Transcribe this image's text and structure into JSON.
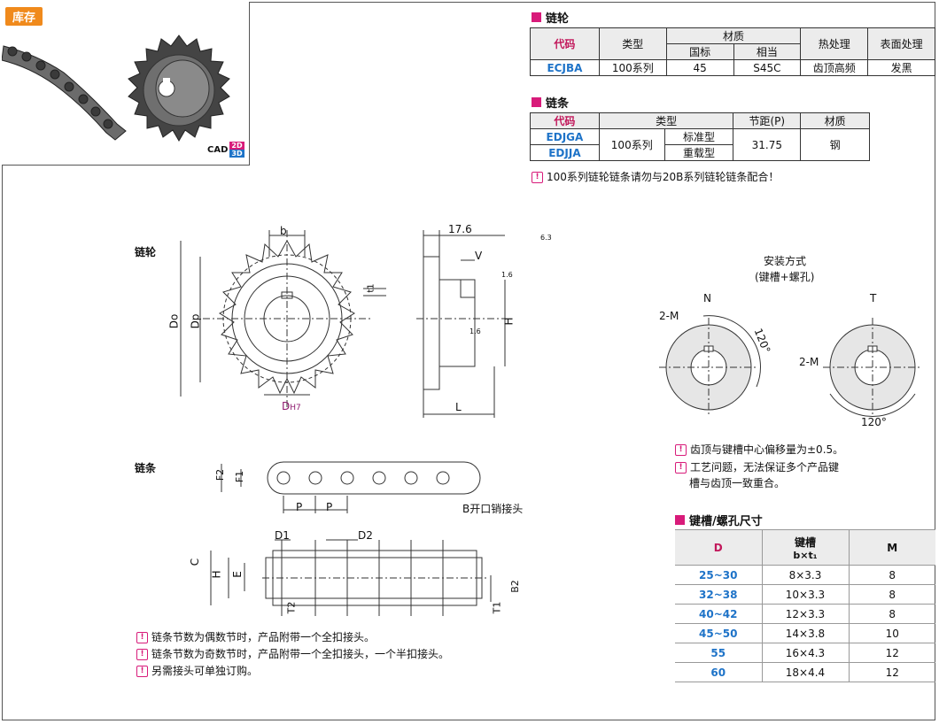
{
  "badge": {
    "stock": "库存",
    "cad": "CAD",
    "cad_2d": "2D",
    "cad_3d": "3D"
  },
  "sprocket_table": {
    "section_title": "链轮",
    "headers": {
      "code": "代码",
      "type": "类型",
      "material": "材质",
      "national": "国标",
      "equivalent": "相当",
      "heat": "热处理",
      "surface": "表面处理"
    },
    "row": {
      "code": "ECJBA",
      "type": "100系列",
      "national": "45",
      "equivalent": "S45C",
      "heat": "齿顶高频",
      "surface": "发黑"
    }
  },
  "chain_table": {
    "section_title": "链条",
    "headers": {
      "code": "代码",
      "type": "类型",
      "pitch": "节距(P)",
      "material": "材质"
    },
    "type_series": "100系列",
    "pitch_value": "31.75",
    "material_value": "钢",
    "rows": [
      {
        "code": "EDJGA",
        "subtype": "标准型"
      },
      {
        "code": "EDJJA",
        "subtype": "重载型"
      }
    ]
  },
  "warning_top": "100系列链轮链条请勿与20B系列链轮链条配合！",
  "drawing": {
    "sprocket_label": "链轮",
    "chain_label": "链条",
    "dim_b": "b",
    "dim_do": "Do",
    "dim_dp": "Dp",
    "dim_t1": "t1",
    "dim_dh7": "D",
    "dim_dh7_sub": "H7",
    "dim_176": "17.6",
    "dim_v": "V",
    "dim_h": "H",
    "dim_l": "L",
    "rough_63": "6.3",
    "rough_16a": "1.6",
    "rough_16b": "1.6",
    "dim_f1": "F1",
    "dim_f2": "F2",
    "dim_p1": "P",
    "dim_p2": "P",
    "b_joint": "B开口销接头",
    "dim_d1": "D1",
    "dim_d2": "D2",
    "dim_c": "C",
    "dim_h2": "H",
    "dim_e": "E",
    "dim_b2": "B2",
    "dim_t2": "T2",
    "dim_t1b": "T1"
  },
  "install": {
    "title": "安装方式",
    "subtitle": "(键槽+螺孔)",
    "n_label": "N",
    "t_label": "T",
    "m_left": "2-M",
    "m_right": "2-M",
    "angle_left": "120°",
    "angle_right": "120°"
  },
  "install_notes": [
    "齿顶与键槽中心偏移量为±0.5。",
    "工艺问题，无法保证多个产品键",
    "槽与齿顶一致重合。"
  ],
  "key_table": {
    "section_title": "键槽/螺孔尺寸",
    "headers": {
      "d": "D",
      "keyway": "键槽",
      "keyway_sub": "b×t₁",
      "m": "M"
    },
    "rows": [
      {
        "d": "25~30",
        "k": "8×3.3",
        "m": "8"
      },
      {
        "d": "32~38",
        "k": "10×3.3",
        "m": "8"
      },
      {
        "d": "40~42",
        "k": "12×3.3",
        "m": "8"
      },
      {
        "d": "45~50",
        "k": "14×3.8",
        "m": "10"
      },
      {
        "d": "55",
        "k": "16×4.3",
        "m": "12"
      },
      {
        "d": "60",
        "k": "18×4.4",
        "m": "12"
      }
    ]
  },
  "chain_notes": [
    "链条节数为偶数节时，产品附带一个全扣接头。",
    "链条节数为奇数节时，产品附带一个全扣接头，一个半扣接头。",
    "另需接头可单独订购。"
  ],
  "colors": {
    "accent": "#d81b7a",
    "code_blue": "#1e73c8",
    "stock_orange": "#f08a1c"
  }
}
